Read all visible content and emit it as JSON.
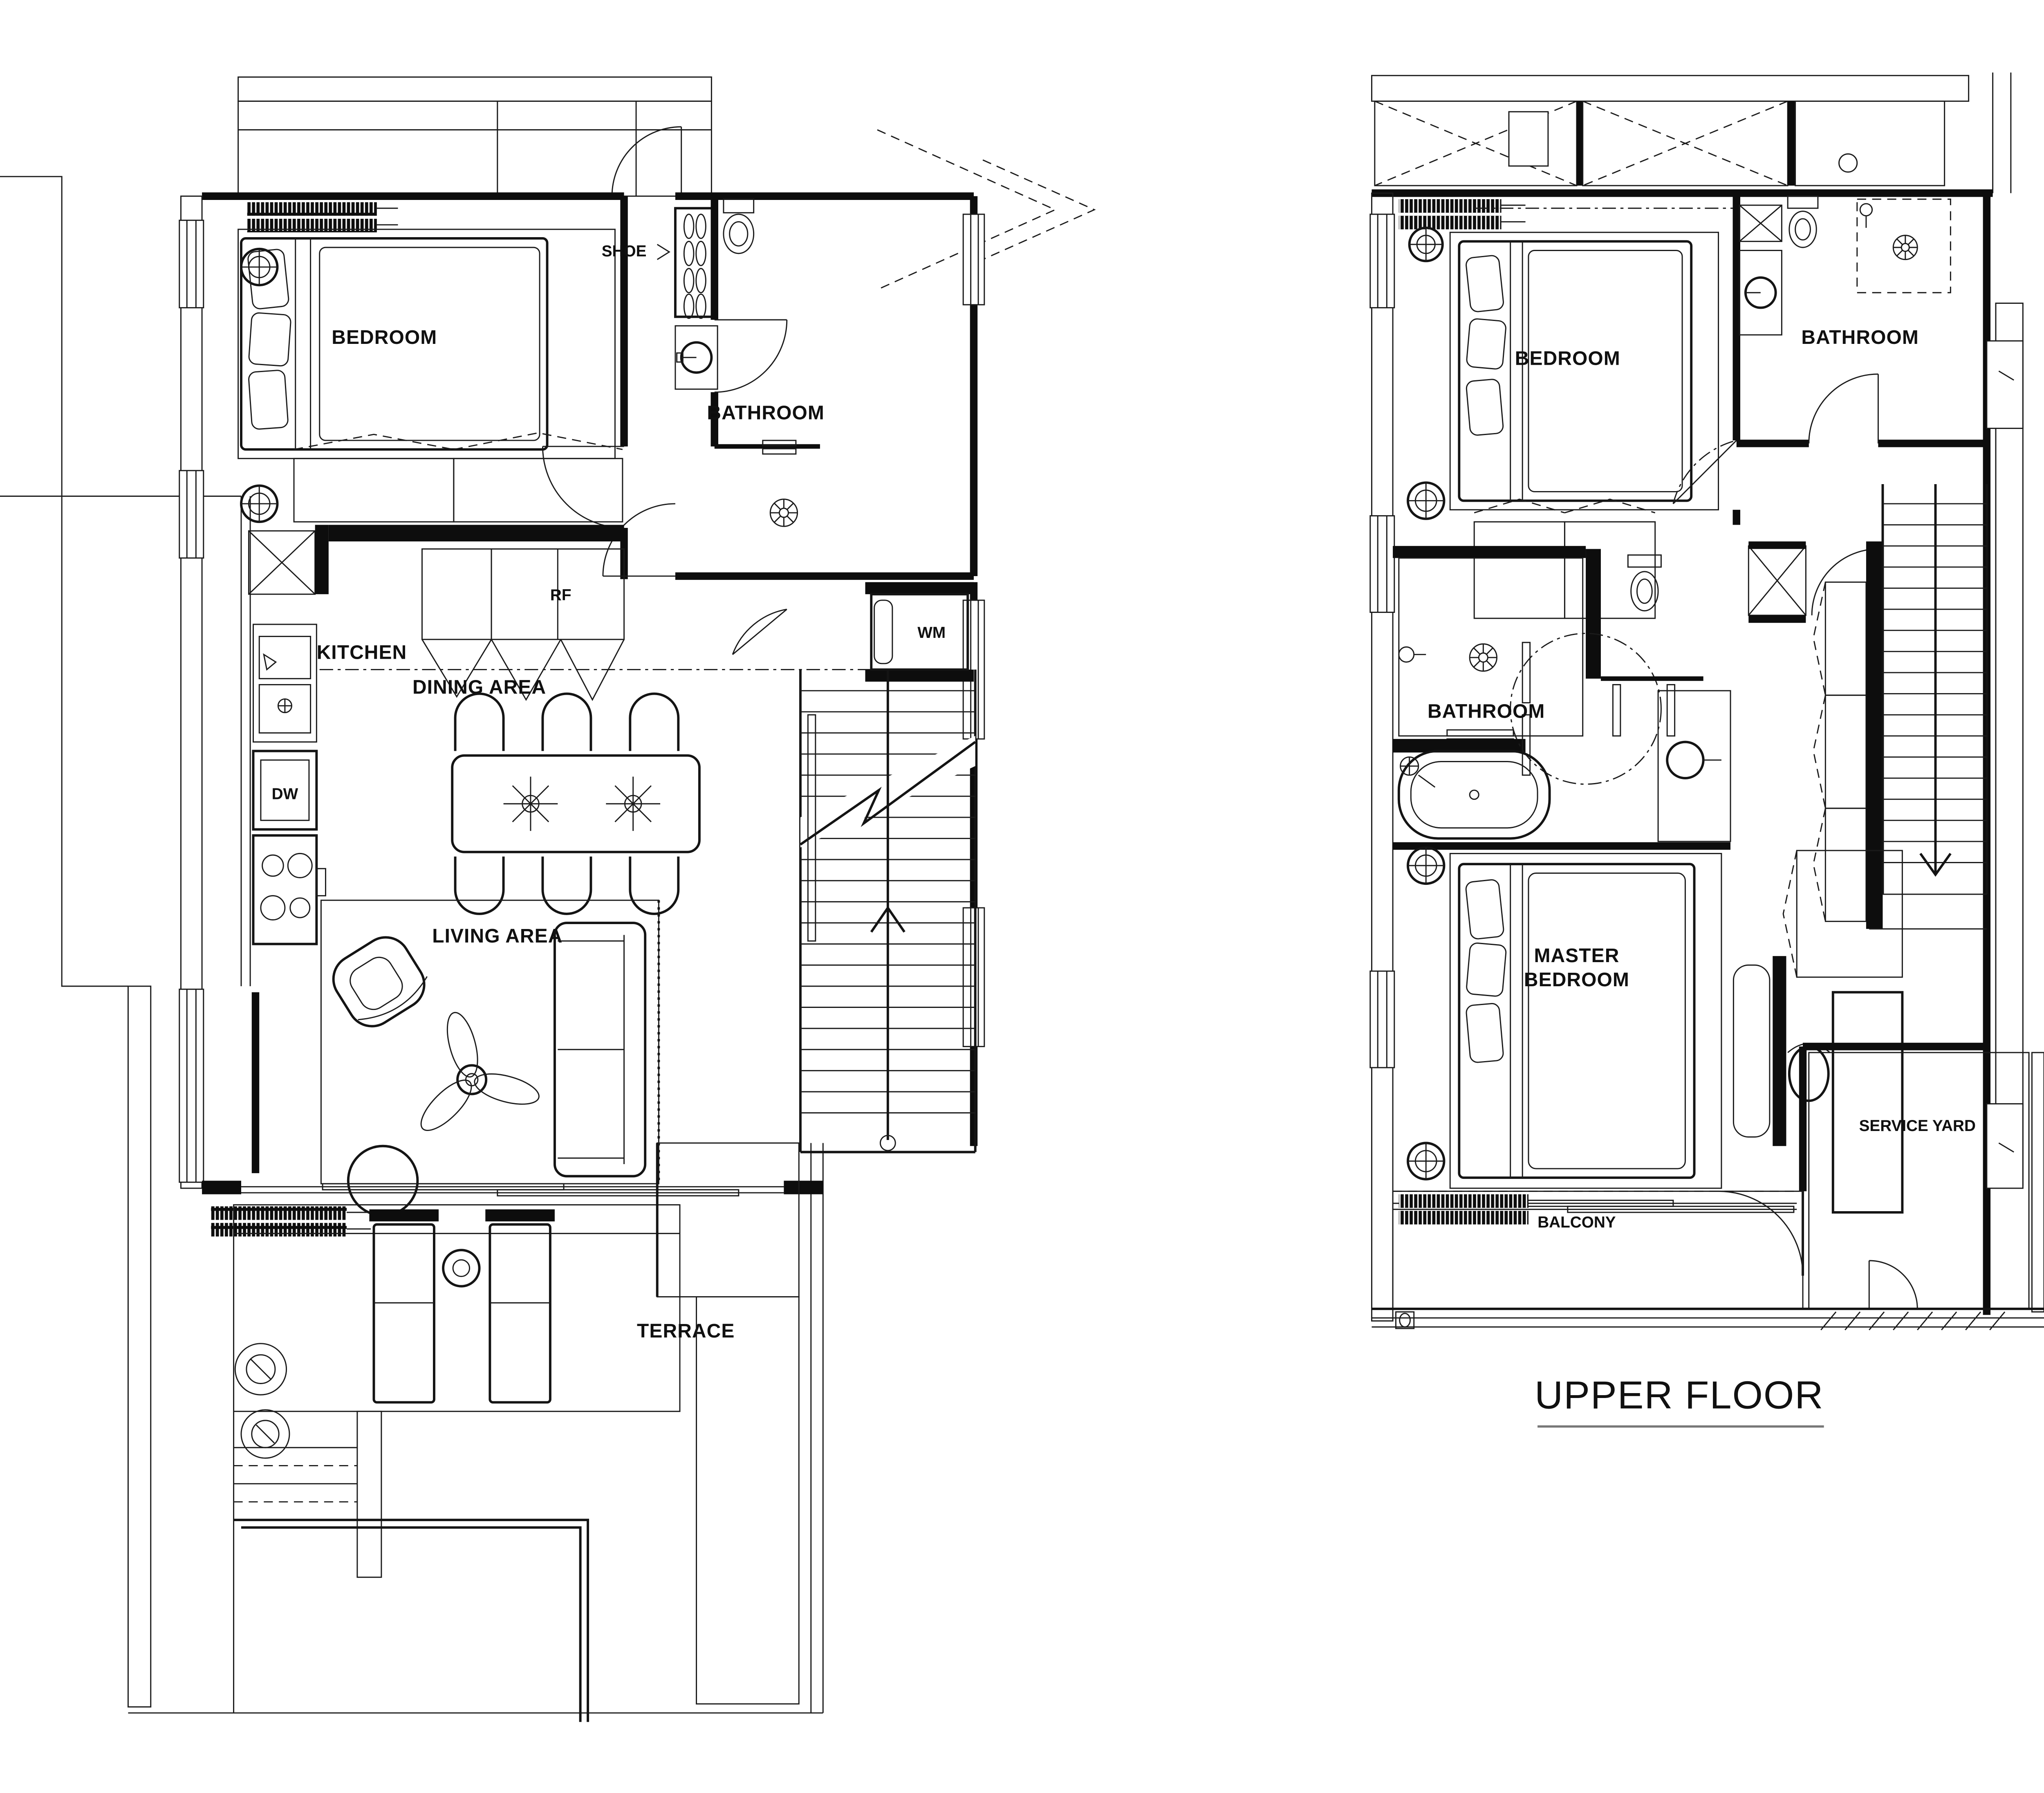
{
  "ground_floor": {
    "labels": {
      "bedroom": "BEDROOM",
      "shoe": "SHOE",
      "bathroom": "BATHROOM",
      "kitchen": "KITCHEN",
      "dining_area": "DINING AREA",
      "refrigerator": "RF",
      "washing_machine": "WM",
      "dishwasher": "DW",
      "living_area": "LIVING AREA",
      "terrace": "TERRACE"
    }
  },
  "upper_floor": {
    "labels": {
      "bedroom": "BEDROOM",
      "bathroom_ensuite": "BATHROOM",
      "bathroom_shared": "BATHROOM",
      "master_bedroom_line1": "MASTER",
      "master_bedroom_line2": "BEDROOM",
      "service_yard": "SERVICE YARD",
      "balcony": "BALCONY"
    },
    "caption": "UPPER FLOOR"
  },
  "colors": {
    "ink": "#1b1b1b",
    "paper": "#ffffff"
  }
}
